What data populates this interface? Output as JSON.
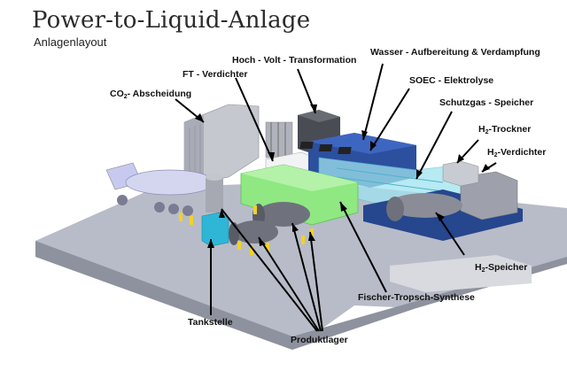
{
  "header": {
    "title": "Power-to-Liquid-Anlage",
    "subtitle": "Anlagenlayout"
  },
  "labels": {
    "co2": {
      "pre": "CO",
      "sub": "2",
      "post": "- Abscheidung"
    },
    "ft_verdichter": "FT - Verdichter",
    "hochvolt": "Hoch - Volt - Transformation",
    "wasser": "Wasser - Aufbereitung & Verdampfung",
    "soec": "SOEC - Elektrolyse",
    "schutzgas": "Schutzgas - Speicher",
    "h2_trockner": {
      "pre": "H",
      "sub": "2",
      "post": "-Trockner"
    },
    "h2_verdichter": {
      "pre": "H",
      "sub": "2",
      "post": "-Verdichter"
    },
    "h2_speicher": {
      "pre": "H",
      "sub": "2",
      "post": "-Speicher"
    },
    "fischer_tropsch": "Fischer-Tropsch-Synthese",
    "tankstelle": "Tankstelle",
    "produktlager": "Produktlager"
  }
}
